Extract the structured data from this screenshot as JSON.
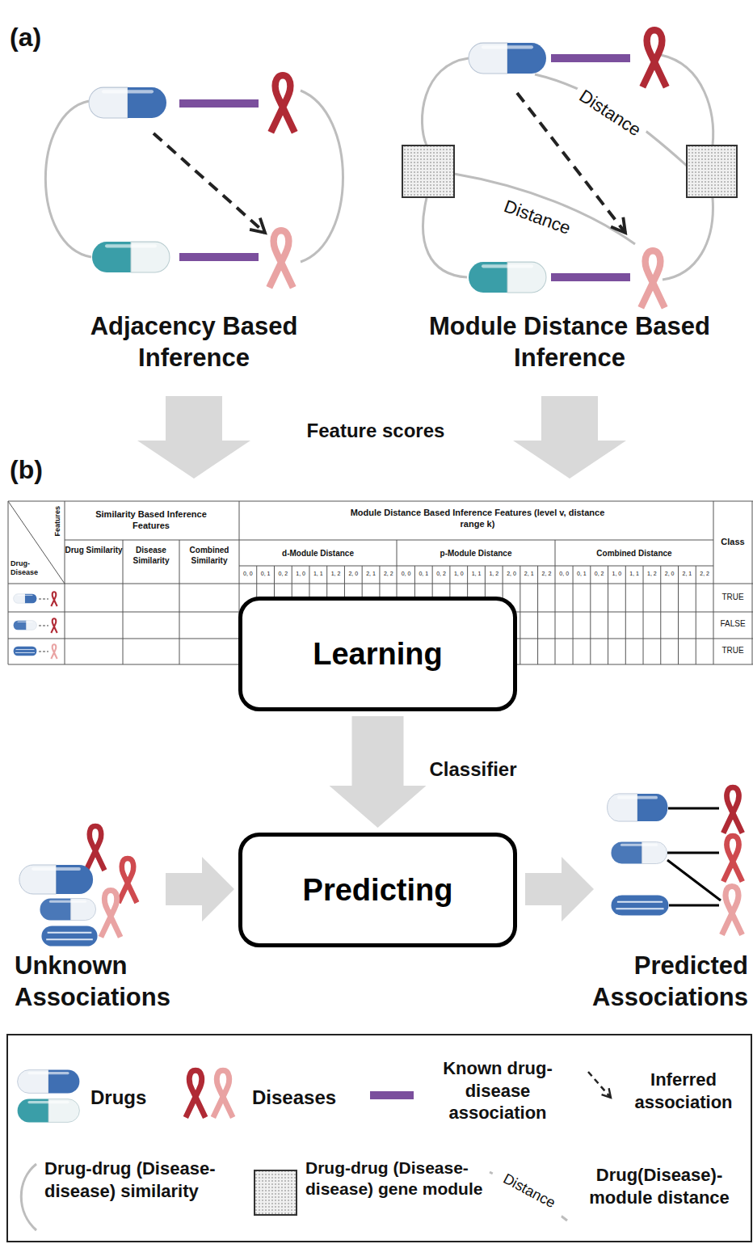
{
  "diagram": {
    "nodes": [
      {
        "text": [
          "Learning"
        ]
      },
      {
        "text": [
          "Predicting"
        ]
      }
    ],
    "edges": [
      {
        "from": 0,
        "to": 1,
        "arrow": "to",
        "label": "Classifier"
      }
    ],
    "labels": [
      "(a)",
      "Adjacency Based Inference",
      "Module Distance Based Inference",
      "Distance",
      "Distance",
      "Feature scores",
      "(b)",
      "Features",
      "Drug-Disease",
      "Similarity Based Inference Features",
      "Drug Similarity",
      "Disease Similarity",
      "Combined Similarity",
      "Module Distance Based Inference Features (level v, distance range k)",
      "d-Module Distance",
      "p-Module Distance",
      "Combined Distance",
      "0, 0",
      "0, 1",
      "0, 2",
      "1, 0",
      "1, 1",
      "1, 2",
      "2, 0",
      "2, 1",
      "2, 2",
      "0, 0",
      "0, 1",
      "0, 2",
      "1, 0",
      "1, 1",
      "1, 2",
      "2, 0",
      "2, 1",
      "2, 2",
      "0, 0",
      "0, 1",
      "0, 2",
      "1, 0",
      "1, 1",
      "1, 2",
      "2, 0",
      "2, 1",
      "2, 2",
      "Class",
      "TRUE",
      "FALSE",
      "TRUE",
      "Unknown Associations",
      "Predicted Associations",
      "Distance"
    ],
    "legend": [
      {
        "text": "Drugs"
      },
      {
        "text": "Diseases"
      },
      {
        "text": "Known drug-disease association"
      },
      {
        "text": "Inferred association"
      },
      {
        "text": "Drug-drug (Disease-disease) similarity"
      },
      {
        "text": "Drug-drug (Disease-disease) gene module"
      },
      {
        "text": "Drug(Disease)-module distance"
      }
    ]
  }
}
